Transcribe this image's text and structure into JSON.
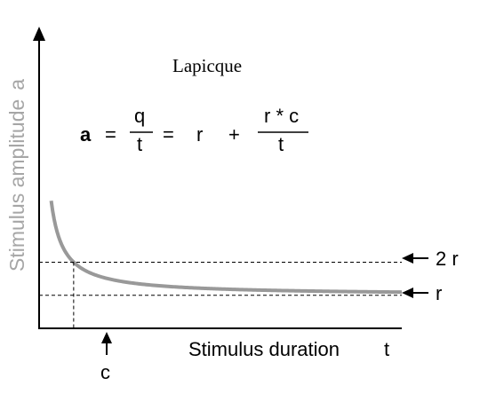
{
  "chart_data": {
    "type": "line",
    "title": "Lapicque",
    "xlabel": "Stimulus duration",
    "xlabel_var": "t",
    "ylabel": "Stimulus amplitude",
    "ylabel_var": "a",
    "formula": {
      "lhs": "a",
      "eq1": "=",
      "frac1_num": "q",
      "frac1_den": "t",
      "eq2": "=",
      "term_r": "r",
      "plus": "+",
      "frac2_num": "r * c",
      "frac2_den": "t"
    },
    "annotations": {
      "two_r": "2 r",
      "r": "r",
      "c": "c"
    },
    "model": {
      "r": 1,
      "c": 1
    },
    "x_range": [
      0,
      10.5
    ],
    "y_range": [
      0,
      9.5
    ],
    "curve_x_start": 0.35,
    "curve_x_end": 10.5,
    "colors": {
      "curve": "#999999",
      "axis": "#000000",
      "ylabel": "#a6a6a6"
    }
  }
}
